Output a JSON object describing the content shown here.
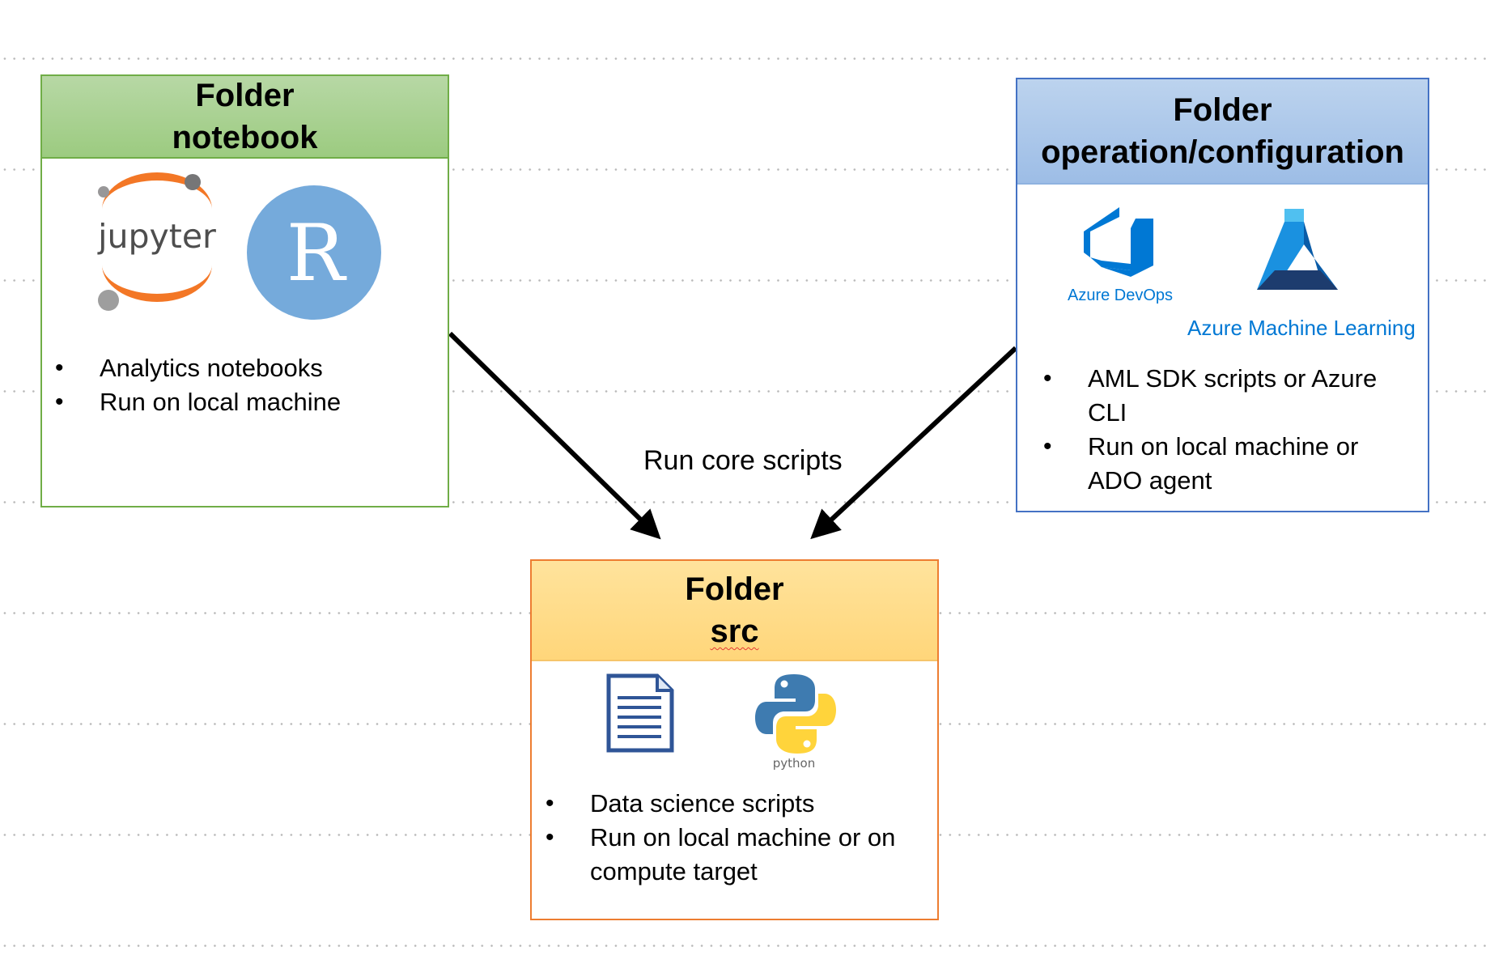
{
  "notebook": {
    "title": "Folder",
    "subtitle": "notebook",
    "logos": {
      "jupyter_text": "jupyter",
      "r_text": "R"
    },
    "bullets": [
      "Analytics notebooks",
      "Run on local machine"
    ]
  },
  "operation": {
    "title": "Folder",
    "subtitle": "operation/configuration",
    "logos": {
      "devops_text": "Azure DevOps",
      "aml_text": "Azure Machine Learning"
    },
    "bullets": [
      "AML SDK scripts or Azure CLI",
      "Run on local machine or ADO agent"
    ]
  },
  "src": {
    "title": "Folder",
    "subtitle": "src",
    "logos": {
      "python_text": "python"
    },
    "bullets": [
      "Data science scripts",
      "Run on local machine or on compute target"
    ]
  },
  "connector": {
    "label": "Run core scripts"
  },
  "colors": {
    "notebook_border": "#70ad47",
    "operation_border": "#4472c4",
    "src_border": "#ed7d31",
    "azure_blue": "#0078d4",
    "jupyter_orange": "#f37726",
    "r_blue": "#75aadb",
    "python_blue": "#3e7bb0",
    "python_yellow": "#ffd43b"
  }
}
